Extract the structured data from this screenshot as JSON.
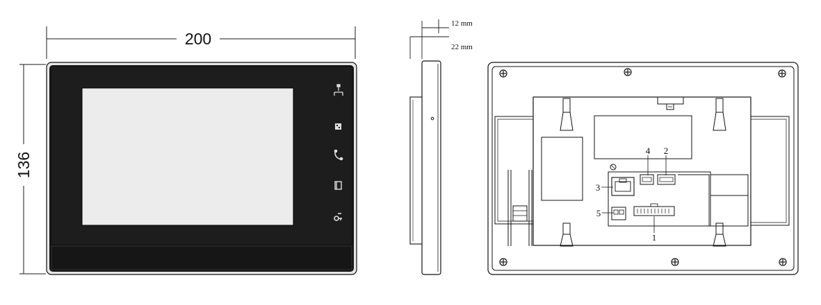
{
  "front_view": {
    "width_label": "200",
    "height_label": "136",
    "icons": [
      "network-icon",
      "monitor-icon",
      "phone-icon",
      "door-icon",
      "unlock-icon"
    ]
  },
  "side_view": {
    "depth_top_label": "12 mm",
    "depth_bottom_label": "22 mm"
  },
  "rear_view": {
    "callouts": [
      {
        "id": "1",
        "label": "1"
      },
      {
        "id": "2",
        "label": "2"
      },
      {
        "id": "3",
        "label": "3"
      },
      {
        "id": "4",
        "label": "4"
      },
      {
        "id": "5",
        "label": "5"
      }
    ]
  },
  "colors": {
    "line": "#1a1a1a",
    "frame_outer": "#d8d8d8",
    "frame_inner": "#111111",
    "screen": "#e9e9e9"
  }
}
